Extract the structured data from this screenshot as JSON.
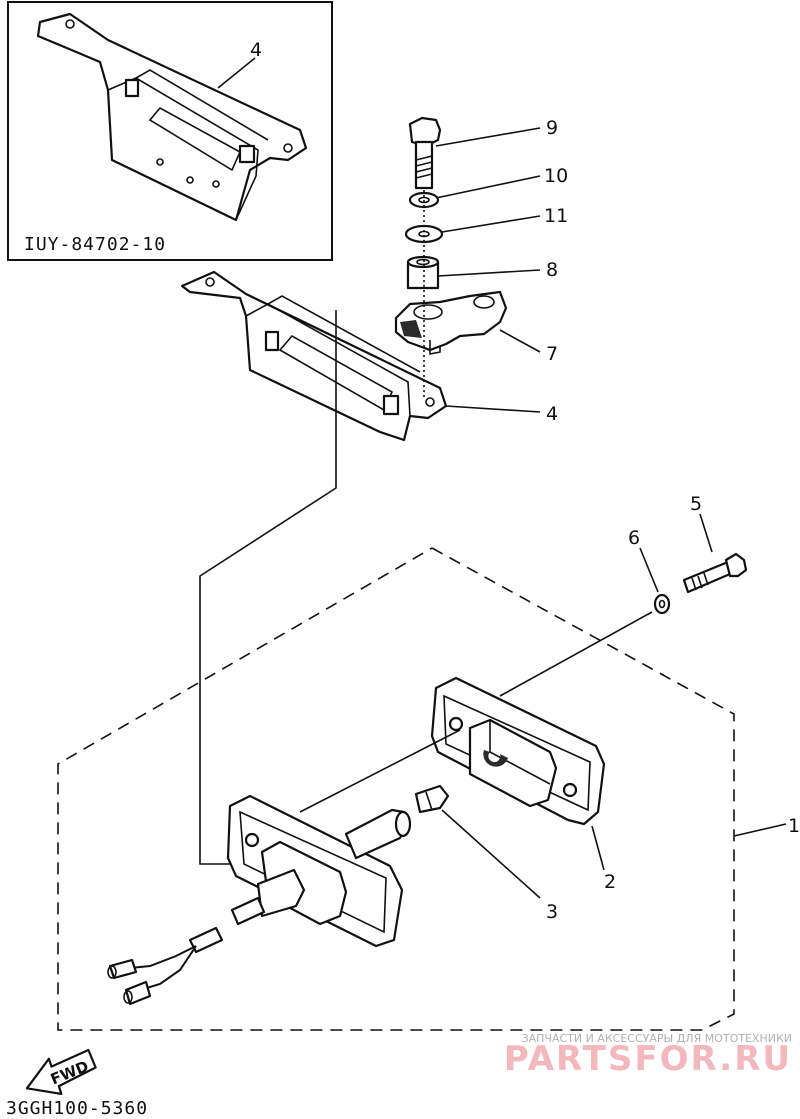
{
  "inset": {
    "code": "IUY-84702-10",
    "label": "4"
  },
  "callouts": {
    "c1": "1",
    "c2": "2",
    "c3": "3",
    "c4": "4",
    "c5": "5",
    "c6": "6",
    "c7": "7",
    "c8": "8",
    "c9": "9",
    "c10": "10",
    "c11": "11"
  },
  "direction_badge": "FWD",
  "drawing_code": "3GGH100-5360",
  "watermark": {
    "tagline": "ЗАПЧАСТИ И АКСЕССУАРЫ ДЛЯ МОТОТЕХНИКИ",
    "brand": "PARTSFOR.RU",
    "brand_color": "#e8323c"
  }
}
